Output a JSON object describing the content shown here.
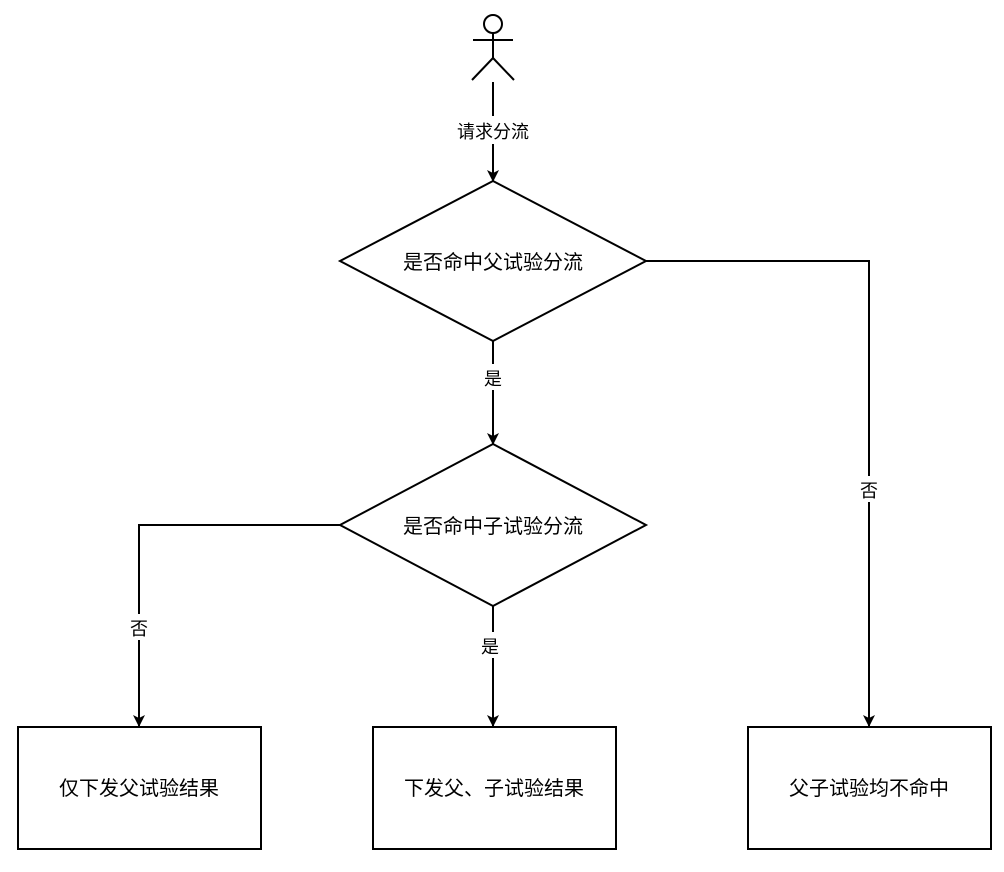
{
  "actor": {
    "icon": "stick-figure-icon"
  },
  "edges": {
    "request_label": "请求分流",
    "parent_yes": "是",
    "parent_no": "否",
    "child_yes": "是",
    "child_no": "否"
  },
  "decisions": {
    "parent": "是否命中父试验分流",
    "child": "是否命中子试验分流"
  },
  "results": {
    "only_parent": "仅下发父试验结果",
    "parent_and_child": "下发父、子试验结果",
    "none": "父子试验均不命中"
  }
}
